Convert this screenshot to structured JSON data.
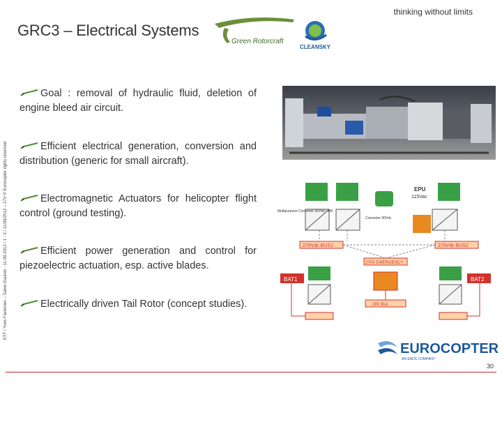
{
  "header": {
    "title": "GRC3 – Electrical Systems",
    "tagline": "thinking without limits",
    "logo_text": "Green Rotorcraft",
    "cleansky_text": "CLEANSKY"
  },
  "side_note": "ETF / Yves Favennec – Salon Gaulois - 11-09-2012 / 1 - 0 / 11/09/2012 – 17V  © Eurocopter rights reserved",
  "bullets": [
    {
      "text": "Goal : removal of hydraulic fluid, deletion of engine bleed air circuit."
    },
    {
      "text": "Efficient electrical generation, conversion and distribution (generic for small aircraft)."
    },
    {
      "text": "Electromagnetic Actuators for helicopter flight control (ground testing)."
    },
    {
      "text": "Efficient power generation and control for piezoelectric actuation, esp. active blades."
    },
    {
      "text": "Electrically driven Tail Rotor (concept studies)."
    }
  ],
  "diagram": {
    "epu": "EPU",
    "epu_volt": "115Vac",
    "bus1": "270Vdc BUS1",
    "bus2": "270Vdc BUS2",
    "emergency": "270V EMERGENCY",
    "bat1": "BAT1",
    "bat2": "BAT2",
    "converter_left": "Multipurpose Converter 90Vdc/ -kW",
    "converter_mid": "Converter 90Vdc",
    "load_bus": "28V Bus"
  },
  "footer": {
    "brand": "EUROCOPTER",
    "sub": "AN EADS COMPANY",
    "page": "30"
  },
  "colors": {
    "accent_green": "#4f8a2e",
    "brand_blue": "#1d5a9a",
    "bus_red": "#d2322d"
  }
}
